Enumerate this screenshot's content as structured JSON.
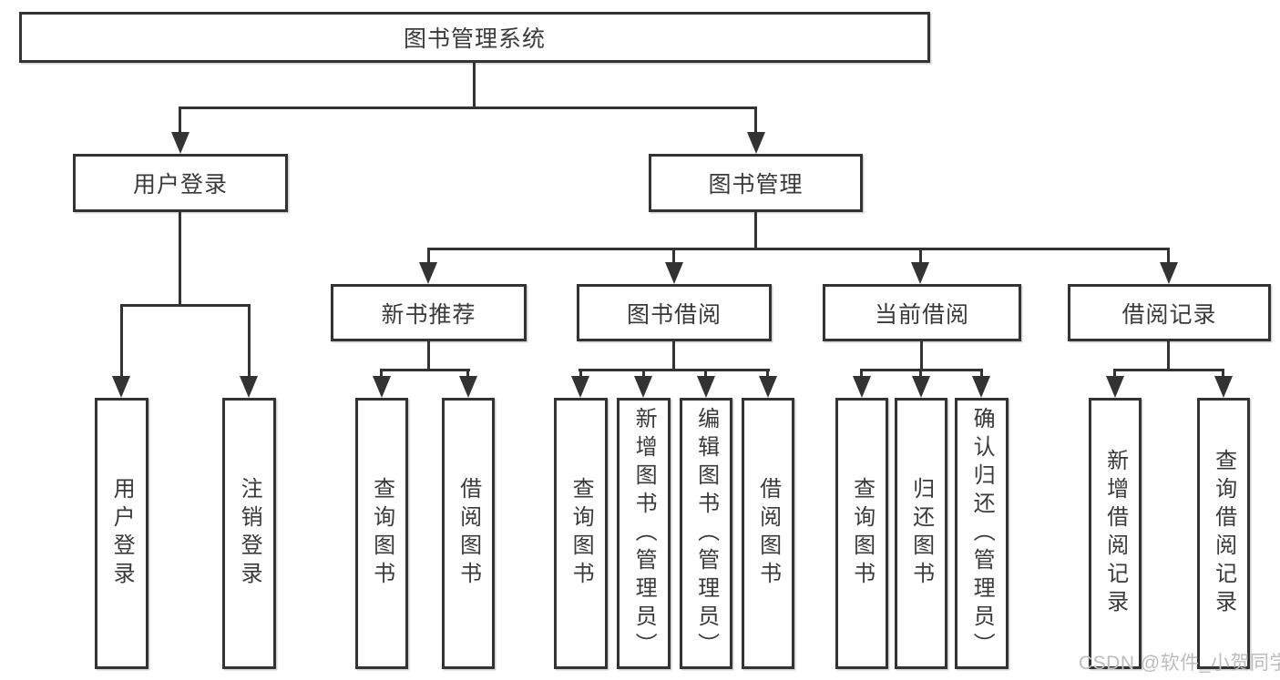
{
  "diagram": {
    "root": "图书管理系统",
    "level2": {
      "user": "用户登录",
      "book": "图书管理"
    },
    "level3": {
      "recommend": "新书推荐",
      "borrow": "图书借阅",
      "current": "当前借阅",
      "records": "借阅记录"
    },
    "leaves": {
      "user": [
        "用户登录",
        "注销登录"
      ],
      "recommend": [
        "查询图书",
        "借阅图书"
      ],
      "borrow": [
        "查询图书",
        "新增图书（管理员）",
        "编辑图书（管理员）",
        "借阅图书"
      ],
      "current": [
        "查询图书",
        "归还图书",
        "确认归还（管理员）"
      ],
      "records": [
        "新增借阅记录",
        "查询借阅记录"
      ]
    },
    "watermark": "CSDN @软件_小贺同学",
    "colors": {
      "line": "#333333",
      "text": "#3a3a3a",
      "watermark": "#bdbdbd",
      "background": "#ffffff"
    }
  }
}
